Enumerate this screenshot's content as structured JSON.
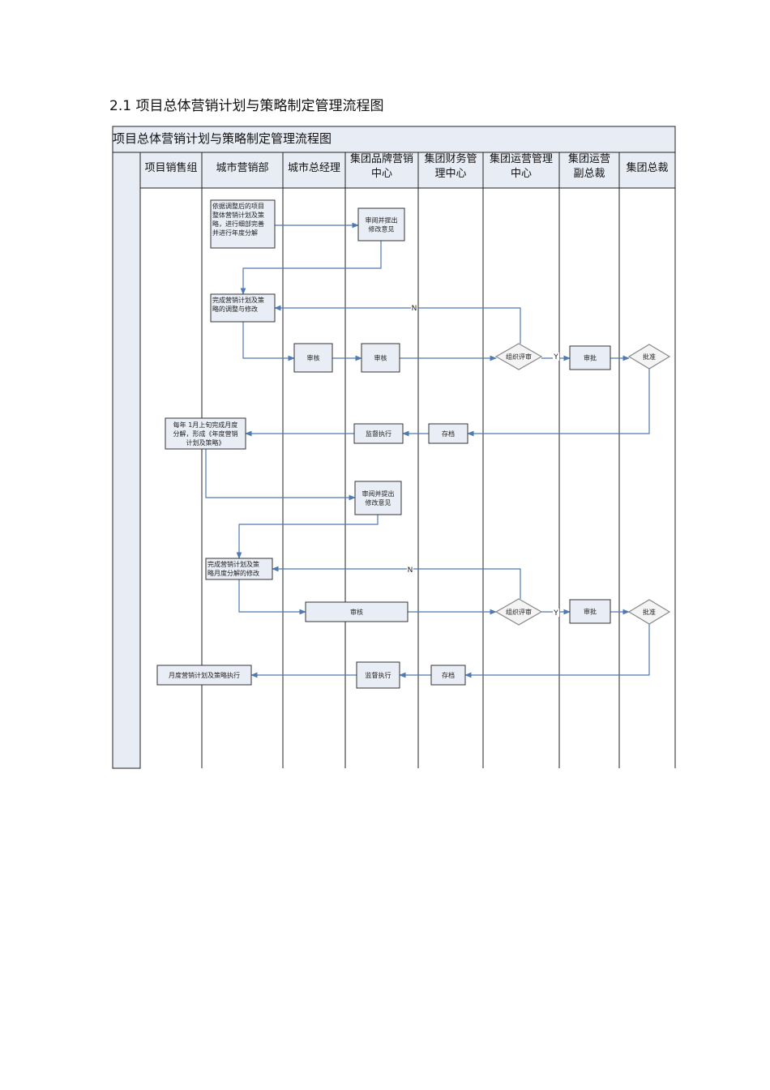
{
  "section_heading": "2.1 项目总体营销计划与策略制定管理流程图",
  "chart": {
    "title": "项目总体营销计划与策略制定管理流程图",
    "lanes": [
      [
        "项目销售组"
      ],
      [
        "城市营销部"
      ],
      [
        "城市总经理"
      ],
      [
        "集团品牌营销",
        "中心"
      ],
      [
        "集团财务管",
        "理中心"
      ],
      [
        "集团运营管理",
        "中心"
      ],
      [
        "集团运营",
        "副总裁"
      ],
      [
        "集团总裁"
      ]
    ],
    "nodes": {
      "n1": [
        "依据调整后的项目",
        "整体营销计划及策",
        "略，进行细部完善",
        "并进行年度分解"
      ],
      "n2": [
        "审阅并提出",
        "修改意见"
      ],
      "n3": [
        "完成营销计划及策",
        "略的调整与修改"
      ],
      "n4": [
        "审核"
      ],
      "n5": [
        "审核"
      ],
      "n6": [
        "组织评审"
      ],
      "n7": [
        "审批"
      ],
      "n8": [
        "批准"
      ],
      "n9": [
        "每年 1月上旬完成月度",
        "分解，形成《年度营销",
        "计划及策略》"
      ],
      "n10": [
        "监督执行"
      ],
      "n11": [
        "存档"
      ],
      "n12": [
        "审阅并提出",
        "修改意见"
      ],
      "n13": [
        "完成营销计划及策",
        "略月度分解的修改"
      ],
      "n14": [
        "审核"
      ],
      "n15": [
        "组织评审"
      ],
      "n16": [
        "审批"
      ],
      "n17": [
        "批准"
      ],
      "n18": [
        "月度营销计划及策略执行"
      ],
      "n19": [
        "监督执行"
      ],
      "n20": [
        "存档"
      ]
    },
    "edge_labels": {
      "yes": "Y",
      "no": "N"
    },
    "colors": {
      "arrow": "#4f79b5",
      "header_fill": "#e8ecf5",
      "line": "#222222",
      "diamond": "#888888"
    }
  }
}
